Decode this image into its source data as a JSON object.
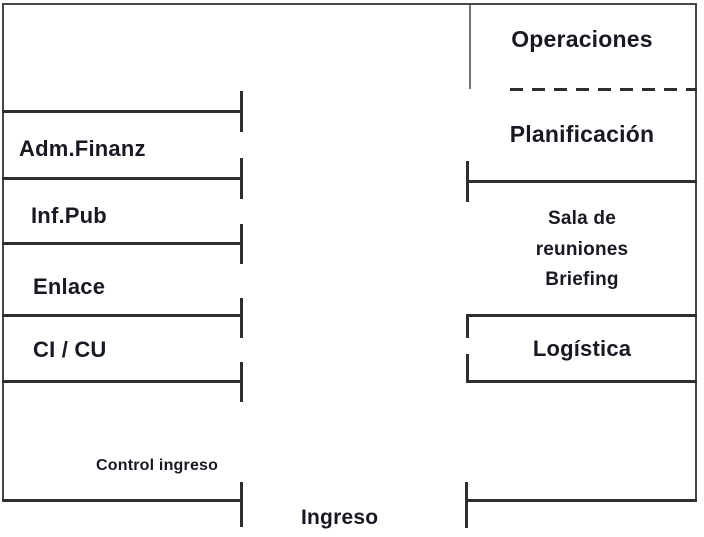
{
  "colors": {
    "wall": "#2e2e2e",
    "border": "#474747",
    "wall-light": "#757575",
    "text": "#191923"
  },
  "rooms": {
    "operaciones": "Operaciones",
    "planificacion": "Planificación",
    "sala": {
      "line1": "Sala de",
      "line2": "reuniones",
      "line3": "Briefing"
    },
    "logistica": "Logística",
    "adm_finanz": "Adm.Finanz",
    "inf_pub": "Inf.Pub",
    "enlace": "Enlace",
    "ci_cu": "CI / CU",
    "control_ingreso": "Control ingreso",
    "ingreso": "Ingreso"
  }
}
